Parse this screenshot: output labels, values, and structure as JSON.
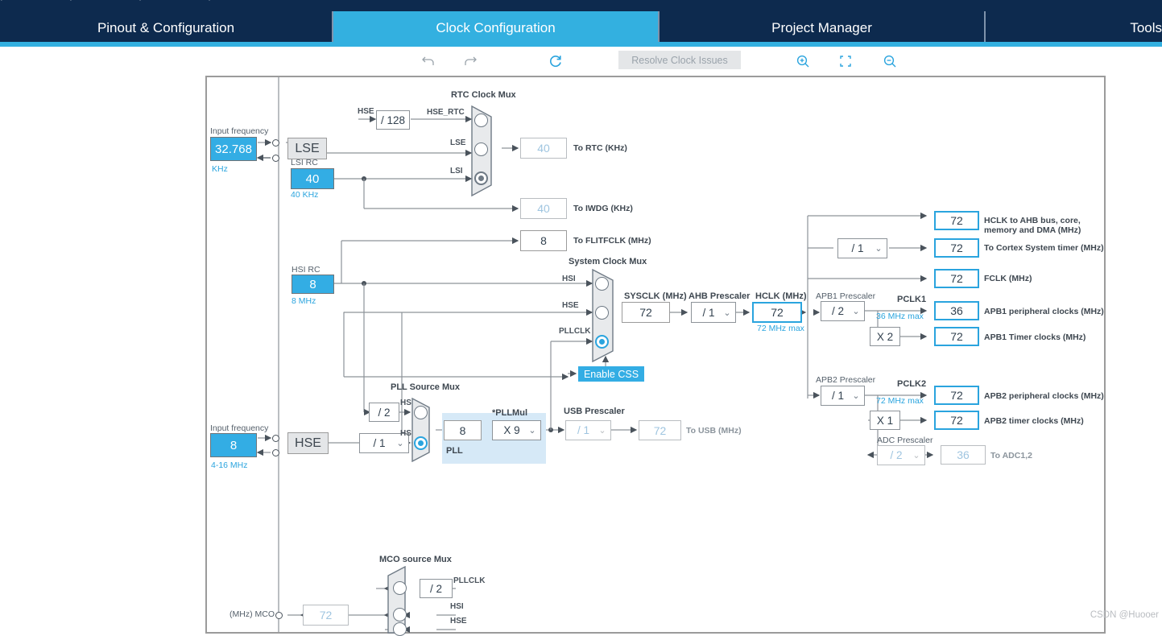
{
  "app": {
    "top_strip_glyphs": "⌐ ⌐ ⌐ ⌐ ⌐"
  },
  "tabs": [
    {
      "label": "Pinout & Configuration",
      "active": false
    },
    {
      "label": "Clock Configuration",
      "active": true
    },
    {
      "label": "Project Manager",
      "active": false
    },
    {
      "label": "Tools",
      "active": false
    }
  ],
  "toolbar": {
    "undo_icon": "undo-icon",
    "redo_icon": "redo-icon",
    "refresh_icon": "refresh-icon",
    "resolve_label": "Resolve Clock Issues",
    "zoom_in_icon": "zoom-in-icon",
    "fit_icon": "fit-to-screen-icon",
    "zoom_out_icon": "zoom-out-icon"
  },
  "colors": {
    "brand_navy": "#0d2a4e",
    "accent_cyan": "#33b0e0",
    "highlight_blue": "#2aa4de",
    "pll_fill": "#d6e9f7",
    "wire": "#6f7a85"
  },
  "clock_tree": {
    "lse": {
      "input_frequency_label": "Input frequency",
      "value": "32.768",
      "unit_label": "KHz",
      "name": "LSE"
    },
    "lsi": {
      "title": "LSI RC",
      "value": "40",
      "range_label": "40 KHz"
    },
    "hsi": {
      "title": "HSI RC",
      "value": "8",
      "range_label": "8 MHz"
    },
    "hse": {
      "input_frequency_label": "Input frequency",
      "value": "8",
      "range_label": "4-16 MHz",
      "name": "HSE"
    },
    "hse_rtc_divider": "/ 128",
    "rtc_clock_mux": {
      "title": "RTC Clock Mux",
      "inputs": [
        "HSE_RTC",
        "LSE",
        "LSI"
      ],
      "selected_index": 2
    },
    "to_rtc": {
      "value": "40",
      "label": "To RTC (KHz)"
    },
    "to_iwdg": {
      "value": "40",
      "label": "To IWDG (KHz)"
    },
    "to_flitfclk": {
      "value": "8",
      "label": "To FLITFCLK (MHz)"
    },
    "system_clock_mux": {
      "title": "System Clock Mux",
      "inputs": [
        "HSI",
        "HSE",
        "PLLCLK"
      ],
      "selected_index": 2
    },
    "enable_css_label": "Enable CSS",
    "sysclk": {
      "title": "SYSCLK (MHz)",
      "value": "72"
    },
    "ahb_prescaler": {
      "title": "AHB Prescaler",
      "value": "/ 1"
    },
    "hclk": {
      "title": "HCLK (MHz)",
      "value": "72",
      "max_label": "72 MHz max"
    },
    "hclk_to_ahb": {
      "value": "72",
      "label_line1": "HCLK to AHB bus, core,",
      "label_line2": "memory and DMA (MHz)"
    },
    "cortex_divider": "/ 1",
    "cortex_timer": {
      "value": "72",
      "label": "To Cortex System timer (MHz)"
    },
    "fclk": {
      "value": "72",
      "label": "FCLK (MHz)"
    },
    "apb1": {
      "prescaler_title": "APB1 Prescaler",
      "prescaler_value": "/ 2",
      "pclk_label": "PCLK1",
      "max_label": "36 MHz max",
      "peripheral": {
        "value": "36",
        "label": "APB1 peripheral clocks (MHz)"
      },
      "timer_multiplier": "X 2",
      "timer": {
        "value": "72",
        "label": "APB1 Timer clocks (MHz)"
      }
    },
    "apb2": {
      "prescaler_title": "APB2 Prescaler",
      "prescaler_value": "/ 1",
      "pclk_label": "PCLK2",
      "max_label": "72 MHz max",
      "peripheral": {
        "value": "72",
        "label": "APB2 peripheral clocks (MHz)"
      },
      "timer_multiplier": "X 1",
      "timer": {
        "value": "72",
        "label": "APB2 timer clocks (MHz)"
      },
      "adc_prescaler_title": "ADC Prescaler",
      "adc_prescaler_value": "/ 2",
      "adc": {
        "value": "36",
        "label": "To ADC1,2"
      }
    },
    "pll_source_mux": {
      "title": "PLL Source Mux",
      "inputs": [
        "HSI",
        "HSE"
      ],
      "selected_index": 1,
      "hsi_divider": "/ 2",
      "hse_divider": "/ 1"
    },
    "pll": {
      "block_label": "PLL",
      "input_value": "8",
      "pllmul_title": "*PLLMul",
      "pllmul_value": "X 9"
    },
    "usb": {
      "prescaler_title": "USB Prescaler",
      "prescaler_value": "/ 1",
      "value": "72",
      "label": "To USB (MHz)"
    },
    "mco": {
      "title": "MCO source Mux",
      "output_label": "(MHz) MCO",
      "value": "72",
      "divider": "/ 2",
      "inputs": [
        "PLLCLK",
        "HSI",
        "HSE"
      ],
      "selected_index": -1
    }
  },
  "watermark": "CSDN @Huooer"
}
